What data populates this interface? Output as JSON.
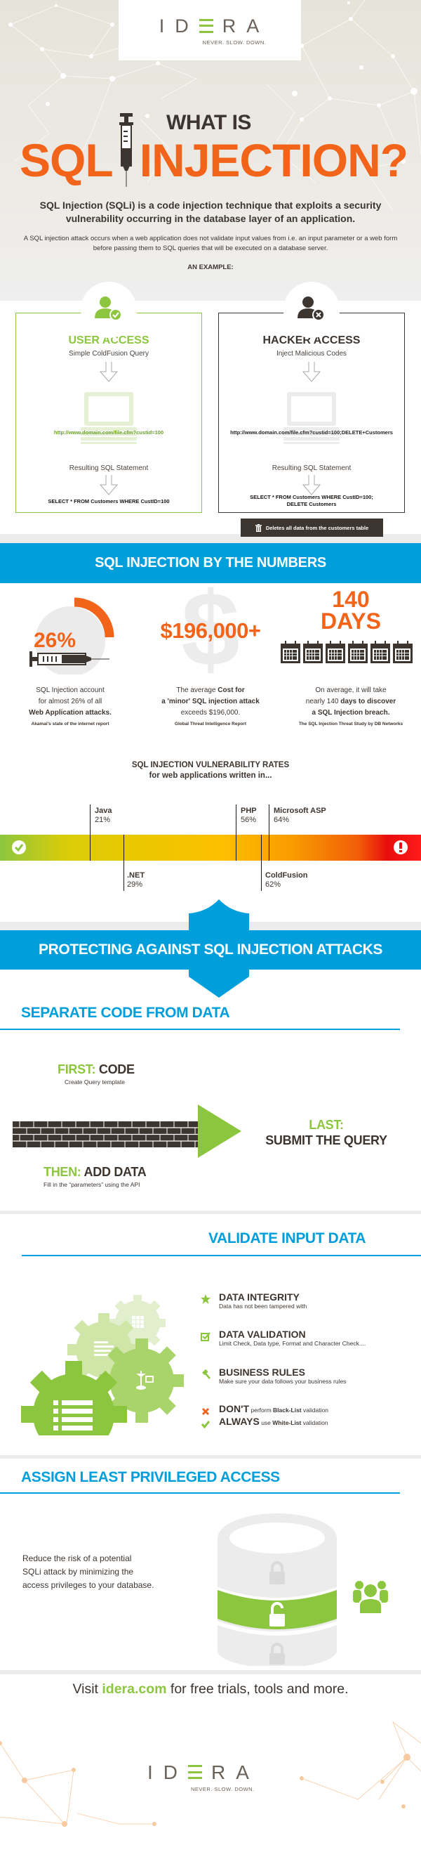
{
  "brand": {
    "logo_text": [
      "I",
      "D",
      "E",
      "R",
      "A"
    ],
    "tagline": "NEVER. SLOW. DOWN.",
    "colors": {
      "orange": "#f26419",
      "green": "#8cc63f",
      "blue": "#009fdc",
      "dark": "#3d3530"
    }
  },
  "hero": {
    "what_is": "WHAT IS",
    "title_left": "SQL",
    "title_right": "INJECTION?",
    "lead": "SQL Injection (SQLi) is a code injection technique that exploits a security vulnerability occurring in the database layer of an application.",
    "sub": "A SQL injection attack occurs when a web application does not validate input values from i.e. an input parameter or a web form before passing them to SQL queries that will be executed on a database server.",
    "example_label": "AN EXAMPLE:"
  },
  "examples": {
    "user": {
      "icon": "user-check-icon",
      "title": "USER ACCESS",
      "subtitle": "Simple ColdFusion Query",
      "url": "http://www.domain.com/file.cfm?custid=100",
      "result_label": "Resulting SQL Statement",
      "sql": "SELECT * FROM Customers WHERE CustID=100"
    },
    "hacker": {
      "icon": "user-x-icon",
      "title": "HACKER ACCESS",
      "subtitle": "Inject Malicious Codes",
      "url": "http://www.domain.com/file.cfm?custid=100;DELETE+Customers",
      "result_label": "Resulting SQL Statement",
      "sql_line1": "SELECT * FROM Customers WHERE CustID=100;",
      "sql_line2": "DELETE Customers",
      "badge": "Deletes all data from the customers table"
    }
  },
  "numbers": {
    "banner": "SQL INJECTION BY THE NUMBERS",
    "stats": [
      {
        "value": "26%",
        "desc_1": "SQL Injection account",
        "desc_2": "for almost 26% of all",
        "desc_3_bold": "Web Application attacks.",
        "source": "Akamai's state of the internet report"
      },
      {
        "value": "$196,000+",
        "desc_1": "The average ",
        "desc_1_bold": "Cost for",
        "desc_2_bold": "a 'minor' SQL injection attack",
        "desc_3": "exceeds $196,000.",
        "source": "Global Threat Intelligence Report"
      },
      {
        "value_line1": "140",
        "value_line2": "DAYS",
        "desc_1": "On average, it will take",
        "desc_2": "nearly 140 ",
        "desc_2_bold": "days to discover",
        "desc_3_bold": "a SQL Injection breach.",
        "source": "The SQL Injection Threat Study by DB Networks"
      }
    ]
  },
  "chart_data": {
    "type": "bar",
    "title": "SQL INJECTION VULNERABILITY RATES",
    "subtitle": "for web applications written in...",
    "categories": [
      "Java",
      ".NET",
      "PHP",
      "ColdFusion",
      "Microsoft ASP"
    ],
    "values": [
      21,
      29,
      56,
      62,
      64
    ],
    "labels": [
      "21%",
      "29%",
      "56%",
      "62%",
      "64%"
    ],
    "scale": "gradient green (safe) to red (danger)",
    "xlim": [
      0,
      100
    ]
  },
  "vuln_labels": {
    "java": {
      "name": "Java",
      "pct": "21%"
    },
    "net": {
      "name": ".NET",
      "pct": "29%"
    },
    "php": {
      "name": "PHP",
      "pct": "56%"
    },
    "cf": {
      "name": "ColdFusion",
      "pct": "62%"
    },
    "asp": {
      "name": "Microsoft ASP",
      "pct": "64%"
    }
  },
  "protect": {
    "banner": "PROTECTING AGAINST SQL INJECTION ATTACKS"
  },
  "separate": {
    "title": "SEPARATE CODE FROM DATA",
    "first_label": "FIRST:",
    "first_value": "CODE",
    "first_sub": "Create Query template",
    "then_label": "THEN:",
    "then_value": "ADD DATA",
    "then_sub": "Fill in the “parameters” using the API",
    "last_label": "LAST:",
    "last_value": "SUBMIT THE QUERY"
  },
  "validate": {
    "title": "VALIDATE INPUT DATA",
    "items": [
      {
        "icon": "star-icon",
        "title": "DATA INTEGRITY",
        "desc": "Data has not been tampered with"
      },
      {
        "icon": "checkbox-icon",
        "title": "DATA VALIDATION",
        "desc": "Limit Check, Data type, Format and Character Check...."
      },
      {
        "icon": "gavel-icon",
        "title": "BUSINESS RULES",
        "desc": "Make sure your data  follows your business rules"
      }
    ],
    "dont": {
      "word": "DON'T",
      "pre": " perform ",
      "bold": "Black-List",
      "post": " validation"
    },
    "always": {
      "word": "ALWAYS",
      "pre": " use ",
      "bold": "White-List",
      "post": " validation"
    }
  },
  "least": {
    "title": "ASSIGN LEAST PRIVILEGED ACCESS",
    "line1": "Reduce the risk of a potential",
    "line2": "SQLi attack by minimizing the",
    "line3": "access privileges to your database."
  },
  "footer": {
    "visit_pre": "Visit ",
    "visit_link": "idera.com",
    "visit_post": " for free trials, tools and more."
  }
}
